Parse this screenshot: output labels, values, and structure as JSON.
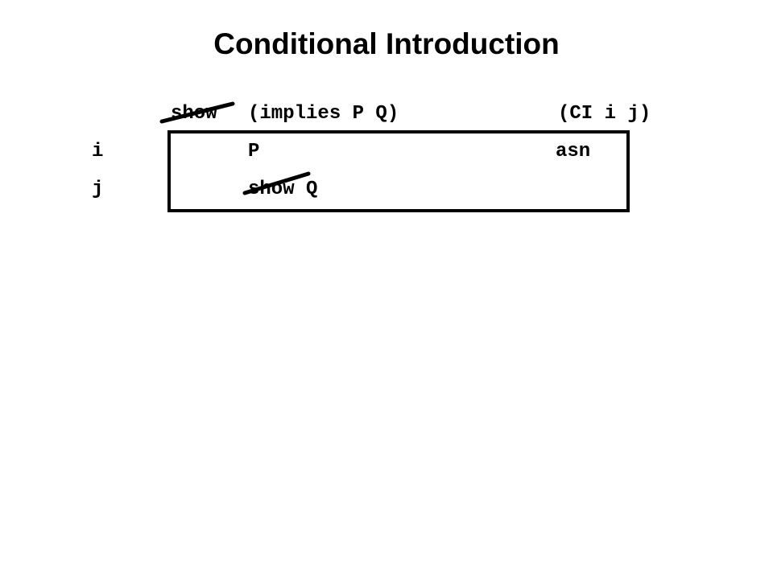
{
  "title": "Conditional Introduction",
  "proof": {
    "header": {
      "show": "show",
      "formula": "(implies P Q)",
      "justification": "(CI i j)",
      "show_cancelled": true
    },
    "lines": [
      {
        "label": "i",
        "formula": "P",
        "justification": "asn"
      },
      {
        "label": "j",
        "formula": "show Q",
        "show_cancelled": true
      }
    ]
  },
  "colors": {
    "text": "#000000",
    "background": "#ffffff",
    "strike": "#000000"
  }
}
